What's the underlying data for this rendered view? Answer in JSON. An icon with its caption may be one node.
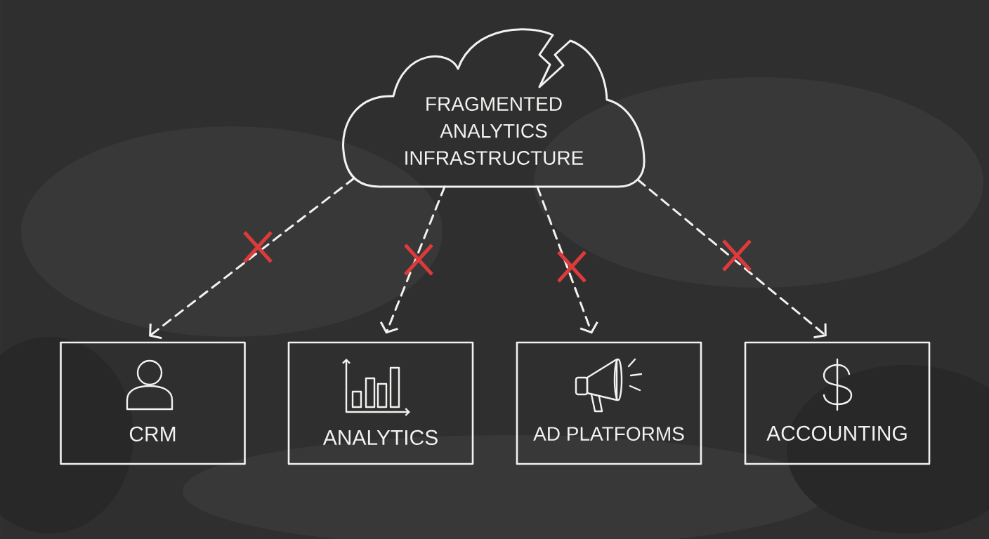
{
  "diagram": {
    "nodes": [
      {
        "text": [
          "FRAGMENTED ANALYTICS INFRASTRUCTURE"
        ]
      },
      {
        "text": [
          "CRM"
        ]
      },
      {
        "text": [
          "ANALYTICS"
        ]
      },
      {
        "text": [
          "AD PLATFORMS"
        ]
      },
      {
        "text": [
          "ACCOUNTING"
        ]
      }
    ],
    "edges": [
      {
        "from": 0,
        "to": 1,
        "arrow": "to",
        "style": "dashed"
      },
      {
        "from": 0,
        "to": 2,
        "arrow": "to",
        "style": "dashed"
      },
      {
        "from": 0,
        "to": 3,
        "arrow": "to",
        "style": "dashed"
      },
      {
        "from": 0,
        "to": 4,
        "arrow": "to",
        "style": "dashed"
      }
    ]
  }
}
